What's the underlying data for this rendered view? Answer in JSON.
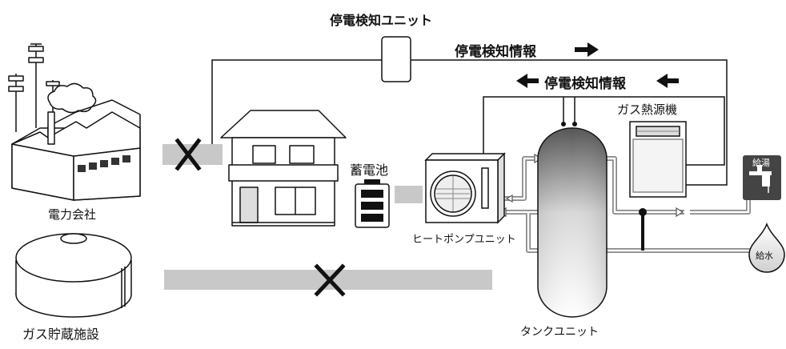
{
  "labels": {
    "detector_unit": "停電検知ユニット",
    "power_info_right": "停電検知情報",
    "power_info_left": "停電検知情報",
    "gas_heater": "ガス熱源機",
    "battery": "蓄電池",
    "power_company": "電力会社",
    "heat_pump_unit": "ヒートポンプユニット",
    "gas_storage": "ガス貯蔵施設",
    "tank_unit": "タンクユニット",
    "hot_water_outlet": "給湯",
    "water_supply": "給水"
  },
  "icons": {
    "cross_mark": "x-icon",
    "arrow": "arrow-icon"
  },
  "colors": {
    "line": "#111111",
    "pipe_gray": "#8c8c8c",
    "band_gray": "#c8c8c8",
    "tank_dark": "#555555",
    "tank_light": "#ffffff"
  }
}
